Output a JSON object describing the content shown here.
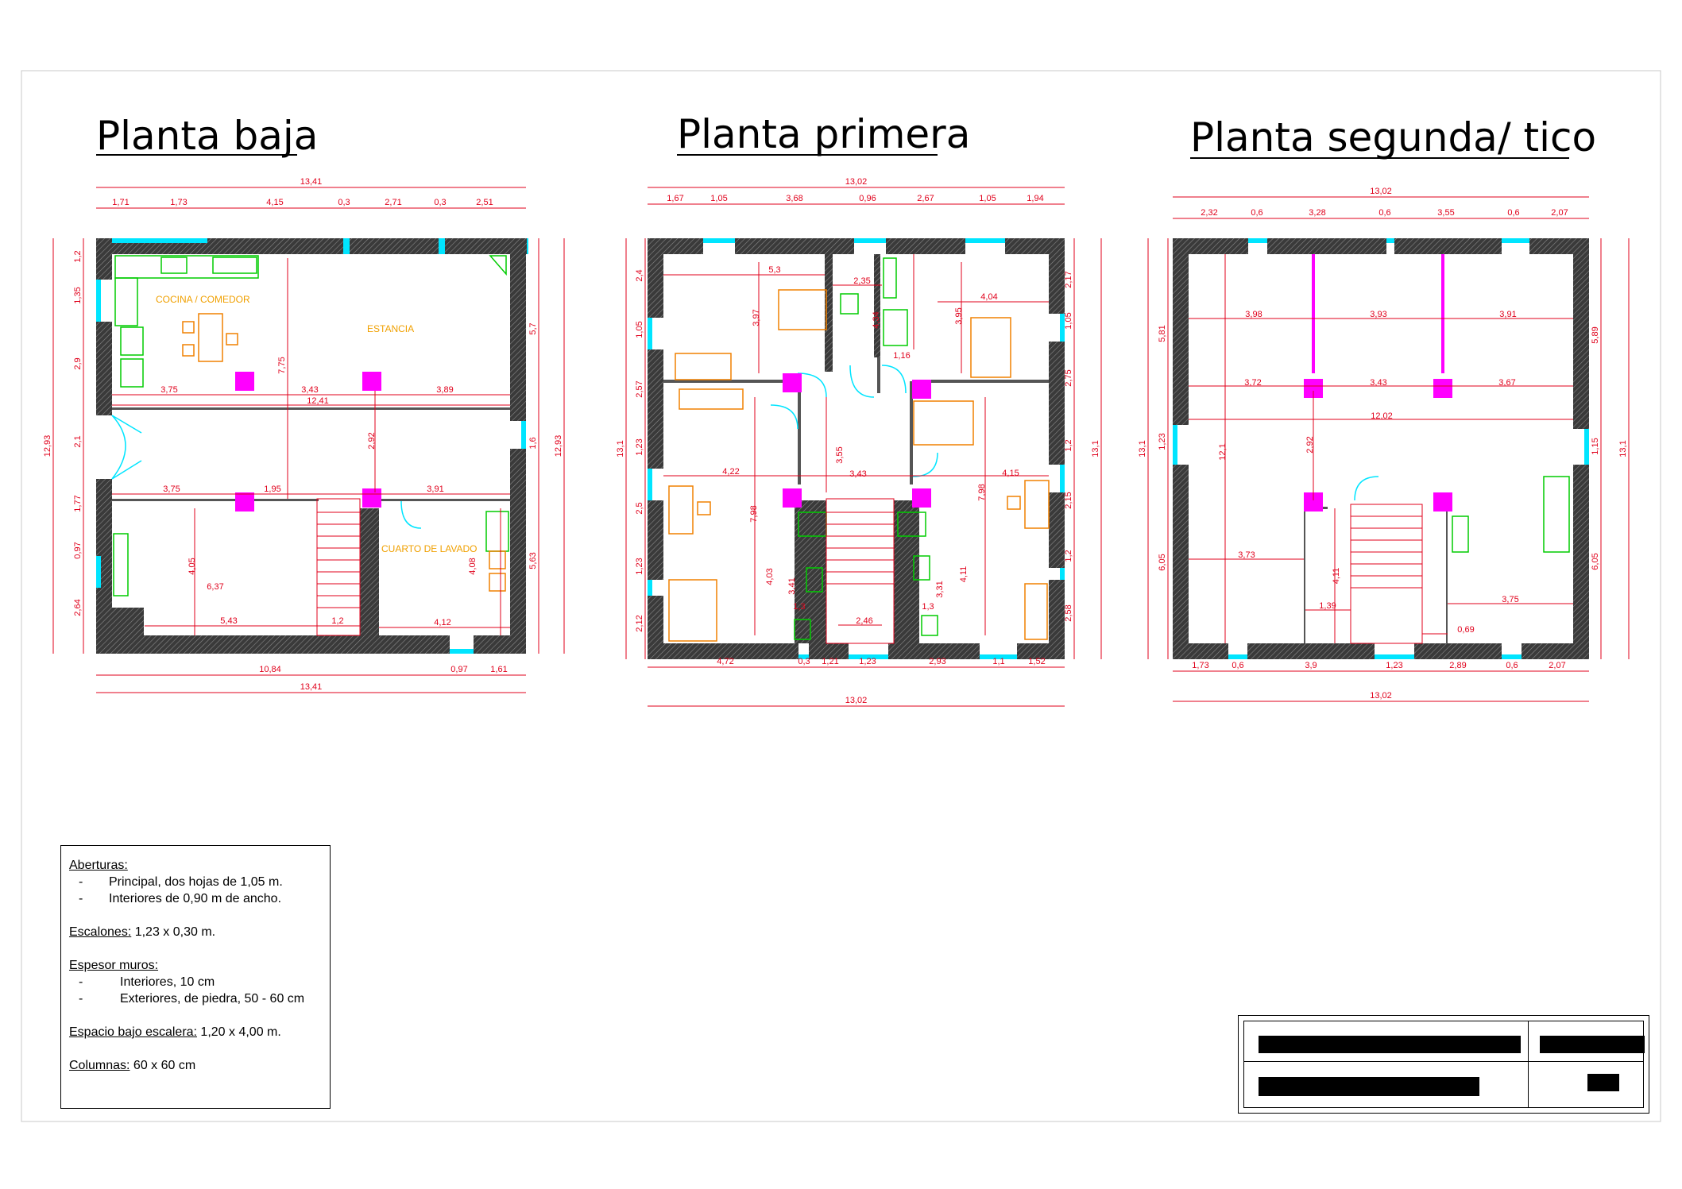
{
  "titles": {
    "ground": "Planta baja",
    "first": "Planta primera",
    "second": "Planta segunda/  tico"
  },
  "rooms": {
    "kitchen": "COCINA / COMEDOR",
    "living": "ESTANCIA",
    "laundry": "CUARTO DE LAVADO"
  },
  "colors": {
    "wall": "#3a3a3a",
    "dimension": "#e0001b",
    "window": "#00e5ff",
    "column": "#ff00ff",
    "kitchen_fixture": "#00cc00",
    "furniture": "#f08000"
  },
  "dims": {
    "ground": {
      "top_total": "13,41",
      "top": [
        "1,71",
        "1,73",
        "4,15",
        "0,3",
        "2,71",
        "0,3",
        "2,51"
      ],
      "bottom": [
        "10,84",
        "0,97",
        "1,61"
      ],
      "bottom_total": "13,41",
      "left": [
        "1,2",
        "1,35",
        "2,9",
        "2,1",
        "1,77",
        "0,97",
        "2,64"
      ],
      "left_total": "12,93",
      "right": [
        "5,7",
        "1,6",
        "5,63"
      ],
      "right_total": "12,93",
      "interior": [
        "3,75",
        "3,43",
        "3,89",
        "12,41",
        "7,75",
        "2,92",
        "3,75",
        "1,95",
        "3,91",
        "4,05",
        "6,37",
        "5,43",
        "1,2",
        "4,08",
        "4,12"
      ]
    },
    "first": {
      "top_total": "13,02",
      "top": [
        "1,67",
        "1,05",
        "3,68",
        "0,96",
        "2,67",
        "1,05",
        "1,94"
      ],
      "bottom": [
        "4,72",
        "0,3",
        "1,21",
        "1,23",
        "2,93",
        "1,1",
        "1,52"
      ],
      "bottom_total": "13,02",
      "left": [
        "2,4",
        "1,05",
        "2,57",
        "1,23",
        "2,5",
        "1,23",
        "2,12"
      ],
      "left_total": "13,1",
      "right": [
        "2,17",
        "1,05",
        "2,75",
        "1,2",
        "2,15",
        "1,2",
        "2,58"
      ],
      "right_total": "13,1",
      "interior": [
        "5,3",
        "3,97",
        "2,35",
        "4,34",
        "1,16",
        "4,04",
        "3,95",
        "4,22",
        "3,55",
        "3,43",
        "4,15",
        "7,98",
        "7,98",
        "4,03",
        "3,41",
        "1,3",
        "2,46",
        "1,3",
        "3,31",
        "4,11"
      ]
    },
    "second": {
      "top_total": "13,02",
      "top": [
        "2,32",
        "0,6",
        "3,28",
        "0,6",
        "3,55",
        "0,6",
        "2,07"
      ],
      "bottom": [
        "1,73",
        "0,6",
        "3,9",
        "1,23",
        "2,89",
        "0,6",
        "2,07"
      ],
      "bottom_total": "13,02",
      "left": [
        "5,81",
        "1,23",
        "6,05"
      ],
      "left_total": "13,1",
      "right": [
        "5,89",
        "1,15",
        "6,05"
      ],
      "right_total": "13,1",
      "interior": [
        "3,98",
        "3,93",
        "3,91",
        "3,72",
        "3,43",
        "3,67",
        "12,02",
        "12,1",
        "2,92",
        "3,73",
        "4,11",
        "1,39",
        "3,75",
        "0,69"
      ]
    }
  },
  "notes": {
    "openings_title": "Aberturas:",
    "openings": [
      "Principal, dos hojas de 1,05 m.",
      "Interiores de 0,90 m de ancho."
    ],
    "steps_label": "Escalones:",
    "steps_value": " 1,23 x 0,30 m.",
    "walls_title": "Espesor muros:",
    "walls": [
      "Interiores, 10 cm",
      "Exteriores, de piedra, 50 - 60 cm"
    ],
    "under_stairs_label": "Espacio bajo escalera:",
    "under_stairs_value": " 1,20 x 4,00 m.",
    "columns_label": "Columnas:",
    "columns_value": " 60 x 60 cm",
    "dash": "-"
  }
}
